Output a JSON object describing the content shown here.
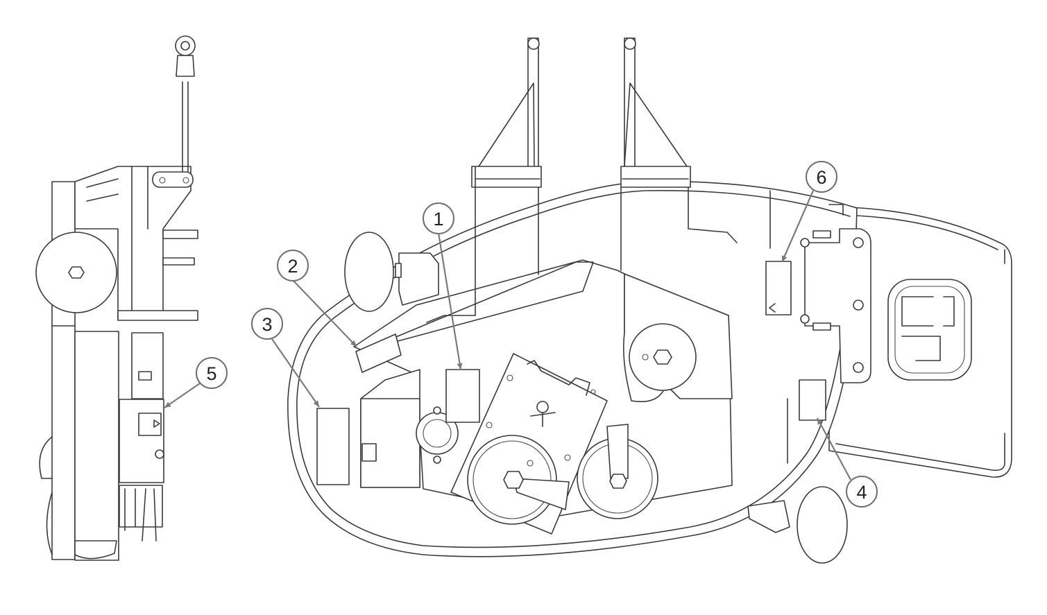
{
  "diagram": {
    "callouts": [
      {
        "id": "callout-1",
        "label": "1"
      },
      {
        "id": "callout-2",
        "label": "2"
      },
      {
        "id": "callout-3",
        "label": "3"
      },
      {
        "id": "callout-4",
        "label": "4"
      },
      {
        "id": "callout-5",
        "label": "5"
      },
      {
        "id": "callout-6",
        "label": "6"
      }
    ],
    "colors": {
      "line": "#3a3a3a",
      "callout_stroke": "#6e6e6e",
      "leader": "#7a7a7a",
      "background": "#ffffff"
    }
  }
}
